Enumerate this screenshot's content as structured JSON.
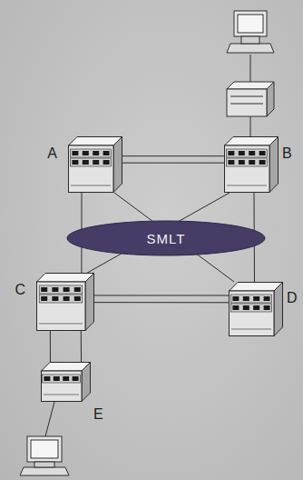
{
  "diagram": {
    "nodes": [
      {
        "text": [
          "A"
        ]
      },
      {
        "text": [
          "B"
        ]
      },
      {
        "text": [
          "SMLT"
        ]
      },
      {
        "text": [
          "C"
        ]
      },
      {
        "text": [
          "D"
        ]
      },
      {
        "text": [
          "E"
        ]
      }
    ],
    "edges": [
      {
        "from": 0,
        "to": 1,
        "arrow": "none"
      },
      {
        "from": 0,
        "to": 1,
        "arrow": "none"
      },
      {
        "from": 0,
        "to": 3,
        "arrow": "none"
      },
      {
        "from": 1,
        "to": 4,
        "arrow": "none"
      },
      {
        "from": 0,
        "to": 4,
        "arrow": "none"
      },
      {
        "from": 1,
        "to": 3,
        "arrow": "none"
      },
      {
        "from": 3,
        "to": 4,
        "arrow": "none"
      },
      {
        "from": 3,
        "to": 4,
        "arrow": "none"
      },
      {
        "from": 3,
        "to": 5,
        "arrow": "none"
      },
      {
        "from": 3,
        "to": 5,
        "arrow": "none"
      }
    ]
  }
}
